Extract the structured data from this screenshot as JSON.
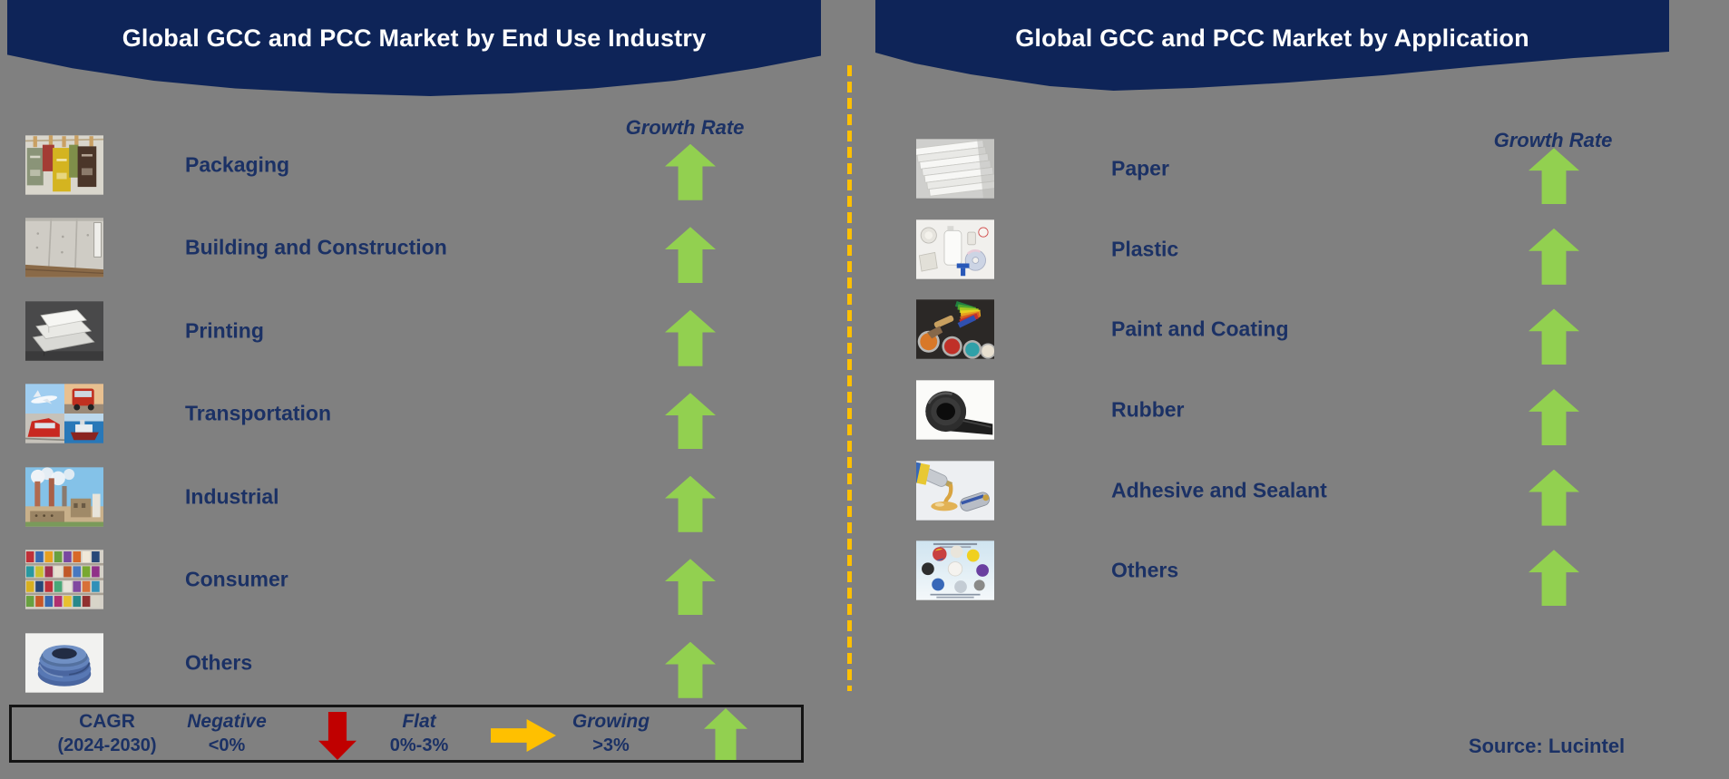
{
  "left_panel": {
    "title": "Global GCC and PCC Market by End Use Industry",
    "growth_rate_label": "Growth Rate",
    "items": [
      {
        "label": "Packaging",
        "icon": "packaging",
        "trend": "up"
      },
      {
        "label": "Building and Construction",
        "icon": "building",
        "trend": "up"
      },
      {
        "label": "Printing",
        "icon": "printing",
        "trend": "up"
      },
      {
        "label": "Transportation",
        "icon": "transportation",
        "trend": "up"
      },
      {
        "label": "Industrial",
        "icon": "industrial",
        "trend": "up"
      },
      {
        "label": "Consumer",
        "icon": "consumer",
        "trend": "up"
      },
      {
        "label": "Others",
        "icon": "tubing-coil",
        "trend": "up"
      }
    ]
  },
  "right_panel": {
    "title": "Global GCC and PCC Market by Application",
    "growth_rate_label": "Growth Rate",
    "items": [
      {
        "label": "Paper",
        "icon": "paper",
        "trend": "up"
      },
      {
        "label": "Plastic",
        "icon": "plastic",
        "trend": "up"
      },
      {
        "label": "Paint and Coating",
        "icon": "paint",
        "trend": "up"
      },
      {
        "label": "Rubber",
        "icon": "rubber",
        "trend": "up"
      },
      {
        "label": "Adhesive and Sealant",
        "icon": "adhesive",
        "trend": "up"
      },
      {
        "label": "Others",
        "icon": "materials-collage",
        "trend": "up"
      }
    ]
  },
  "legend": {
    "cagr_line1": "CAGR",
    "cagr_line2": "(2024-2030)",
    "entries": [
      {
        "label": "Negative",
        "value": "<0%",
        "arrow": "down",
        "color": "#c00000"
      },
      {
        "label": "Flat",
        "value": "0%-3%",
        "arrow": "right",
        "color": "#ffc000"
      },
      {
        "label": "Growing",
        "value": ">3%",
        "arrow": "up",
        "color": "#92d050"
      }
    ]
  },
  "source": "Source: Lucintel",
  "colors": {
    "background": "#808080",
    "banner": "#0e2458",
    "text_navy": "#1b3165",
    "growth_green": "#92d050",
    "negative_red": "#c00000",
    "flat_gold": "#ffc000",
    "divider_gold": "#ffc000"
  },
  "chart_data": {
    "type": "table",
    "title": "Global GCC and PCC Market growth outlook by segment, CAGR 2024-2030",
    "legend_position": "bottom-left",
    "series": [
      {
        "name": "Global GCC and PCC Market by End Use Industry",
        "categories": [
          "Packaging",
          "Building and Construction",
          "Printing",
          "Transportation",
          "Industrial",
          "Consumer",
          "Others"
        ],
        "values": [
          "Growing >3%",
          "Growing >3%",
          "Growing >3%",
          "Growing >3%",
          "Growing >3%",
          "Growing >3%",
          "Growing >3%"
        ]
      },
      {
        "name": "Global GCC and PCC Market by Application",
        "categories": [
          "Paper",
          "Plastic",
          "Paint and Coating",
          "Rubber",
          "Adhesive and Sealant",
          "Others"
        ],
        "values": [
          "Growing >3%",
          "Growing >3%",
          "Growing >3%",
          "Growing >3%",
          "Growing >3%",
          "Growing >3%"
        ]
      }
    ],
    "legend_scale": [
      {
        "label": "Negative",
        "range": "<0%"
      },
      {
        "label": "Flat",
        "range": "0%-3%"
      },
      {
        "label": "Growing",
        "range": ">3%"
      }
    ]
  }
}
